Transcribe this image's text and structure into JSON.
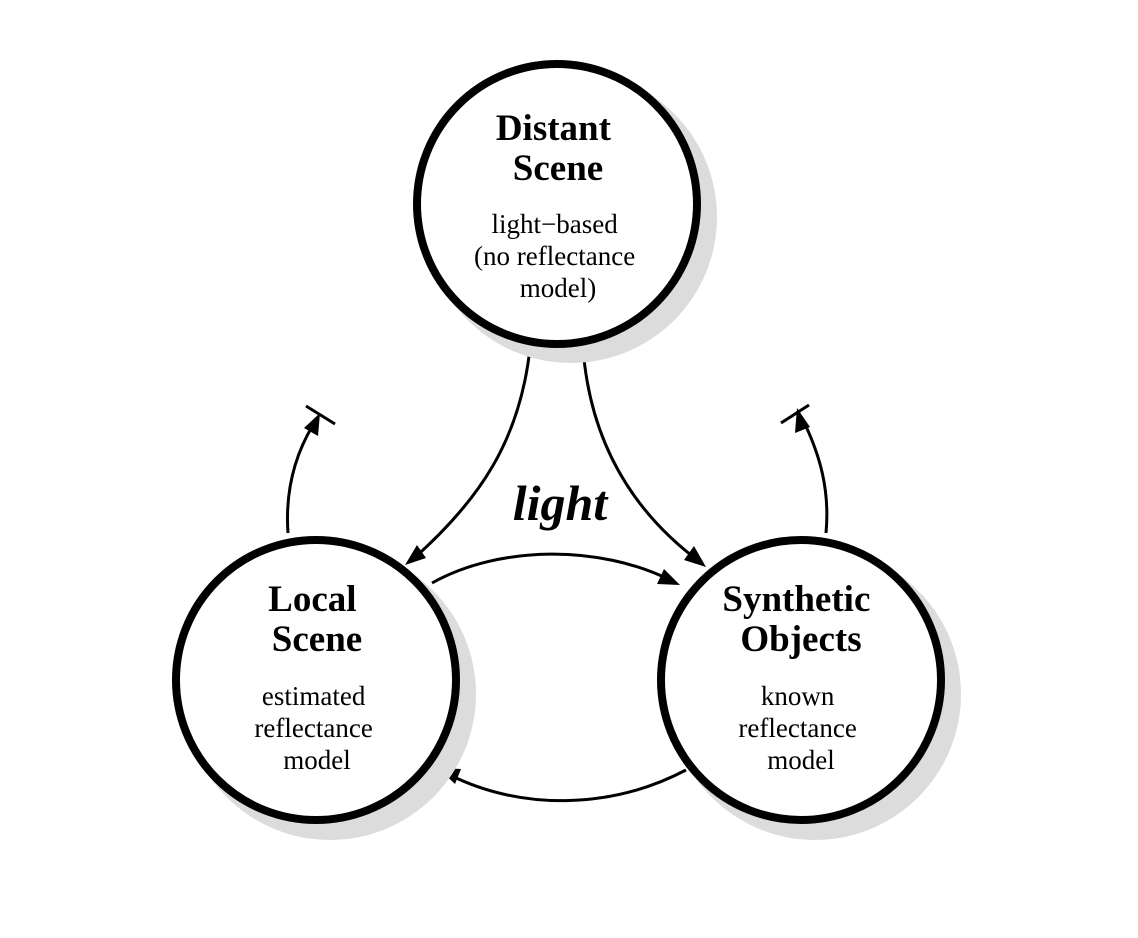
{
  "center_label": "light",
  "nodes": {
    "distant": {
      "title": [
        "Distant",
        "Scene"
      ],
      "description": [
        "light−based",
        "(no reflectance",
        "model)"
      ]
    },
    "local": {
      "title": [
        "Local",
        "Scene"
      ],
      "description": [
        "estimated",
        "reflectance",
        "model"
      ]
    },
    "synthetic": {
      "title": [
        "Synthetic",
        "Objects"
      ],
      "description": [
        "known",
        "reflectance",
        "model"
      ]
    }
  },
  "edges": [
    {
      "from": "distant",
      "to": "local"
    },
    {
      "from": "distant",
      "to": "synthetic"
    },
    {
      "from": "local",
      "to": "synthetic"
    },
    {
      "from": "synthetic",
      "to": "local"
    },
    {
      "from": "local",
      "to": "outside"
    },
    {
      "from": "synthetic",
      "to": "outside"
    }
  ],
  "colors": {
    "stroke": "#000000",
    "fill": "#ffffff",
    "shadow": "#dcdcdc"
  }
}
